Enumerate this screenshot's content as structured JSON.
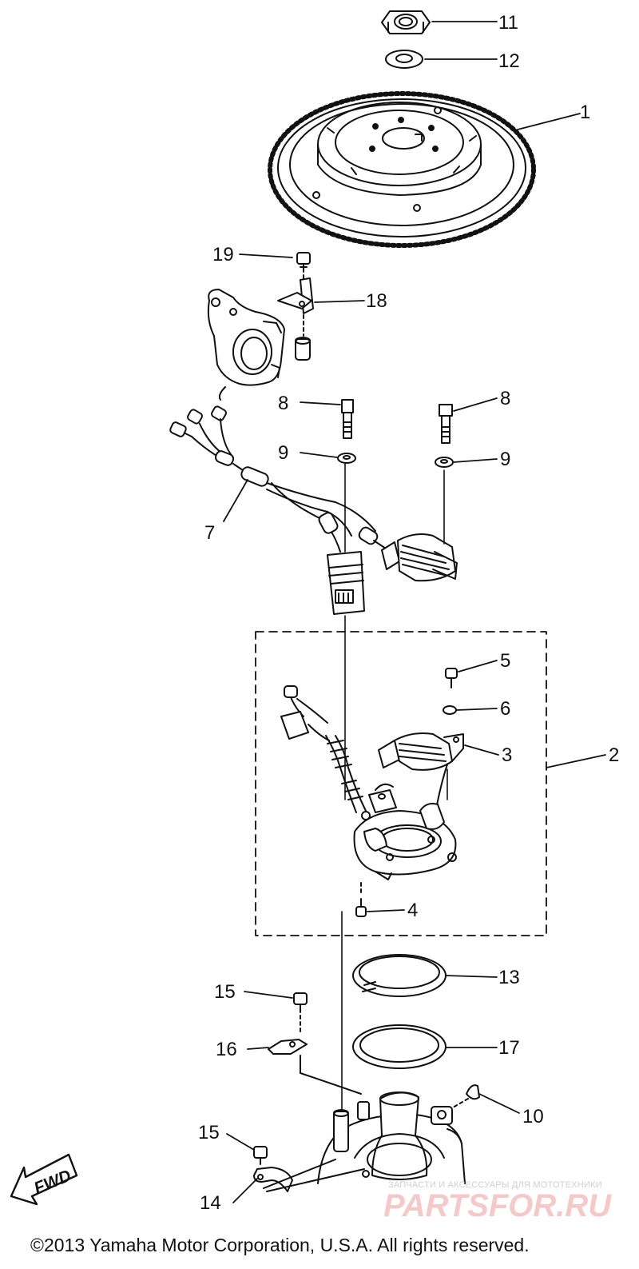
{
  "part_labels": [
    {
      "id": "11",
      "text": "11"
    },
    {
      "id": "12",
      "text": "12"
    },
    {
      "id": "1",
      "text": "1"
    },
    {
      "id": "19",
      "text": "19"
    },
    {
      "id": "18",
      "text": "18"
    },
    {
      "id": "8a",
      "text": "8"
    },
    {
      "id": "8b",
      "text": "8"
    },
    {
      "id": "9a",
      "text": "9"
    },
    {
      "id": "9b",
      "text": "9"
    },
    {
      "id": "7",
      "text": "7"
    },
    {
      "id": "5",
      "text": "5"
    },
    {
      "id": "6",
      "text": "6"
    },
    {
      "id": "3",
      "text": "3"
    },
    {
      "id": "2",
      "text": "2"
    },
    {
      "id": "4",
      "text": "4"
    },
    {
      "id": "13",
      "text": "13"
    },
    {
      "id": "15a",
      "text": "15"
    },
    {
      "id": "16",
      "text": "16"
    },
    {
      "id": "17",
      "text": "17"
    },
    {
      "id": "10",
      "text": "10"
    },
    {
      "id": "15b",
      "text": "15"
    },
    {
      "id": "14",
      "text": "14"
    }
  ],
  "direction_arrow": {
    "text": "FWD"
  },
  "copyright": "©2013 Yamaha Motor Corporation, U.S.A. All rights reserved.",
  "watermark": {
    "subtitle": "ЗАПЧАСТИ И АКСЕССУАРЫ ДЛЯ МОТОТЕХНИКИ",
    "brand": "PARTSFOR.RU"
  },
  "colors": {
    "ink": "#111111",
    "watermark_red": "#f4c9c9",
    "watermark_gray": "#cfcfcf"
  }
}
